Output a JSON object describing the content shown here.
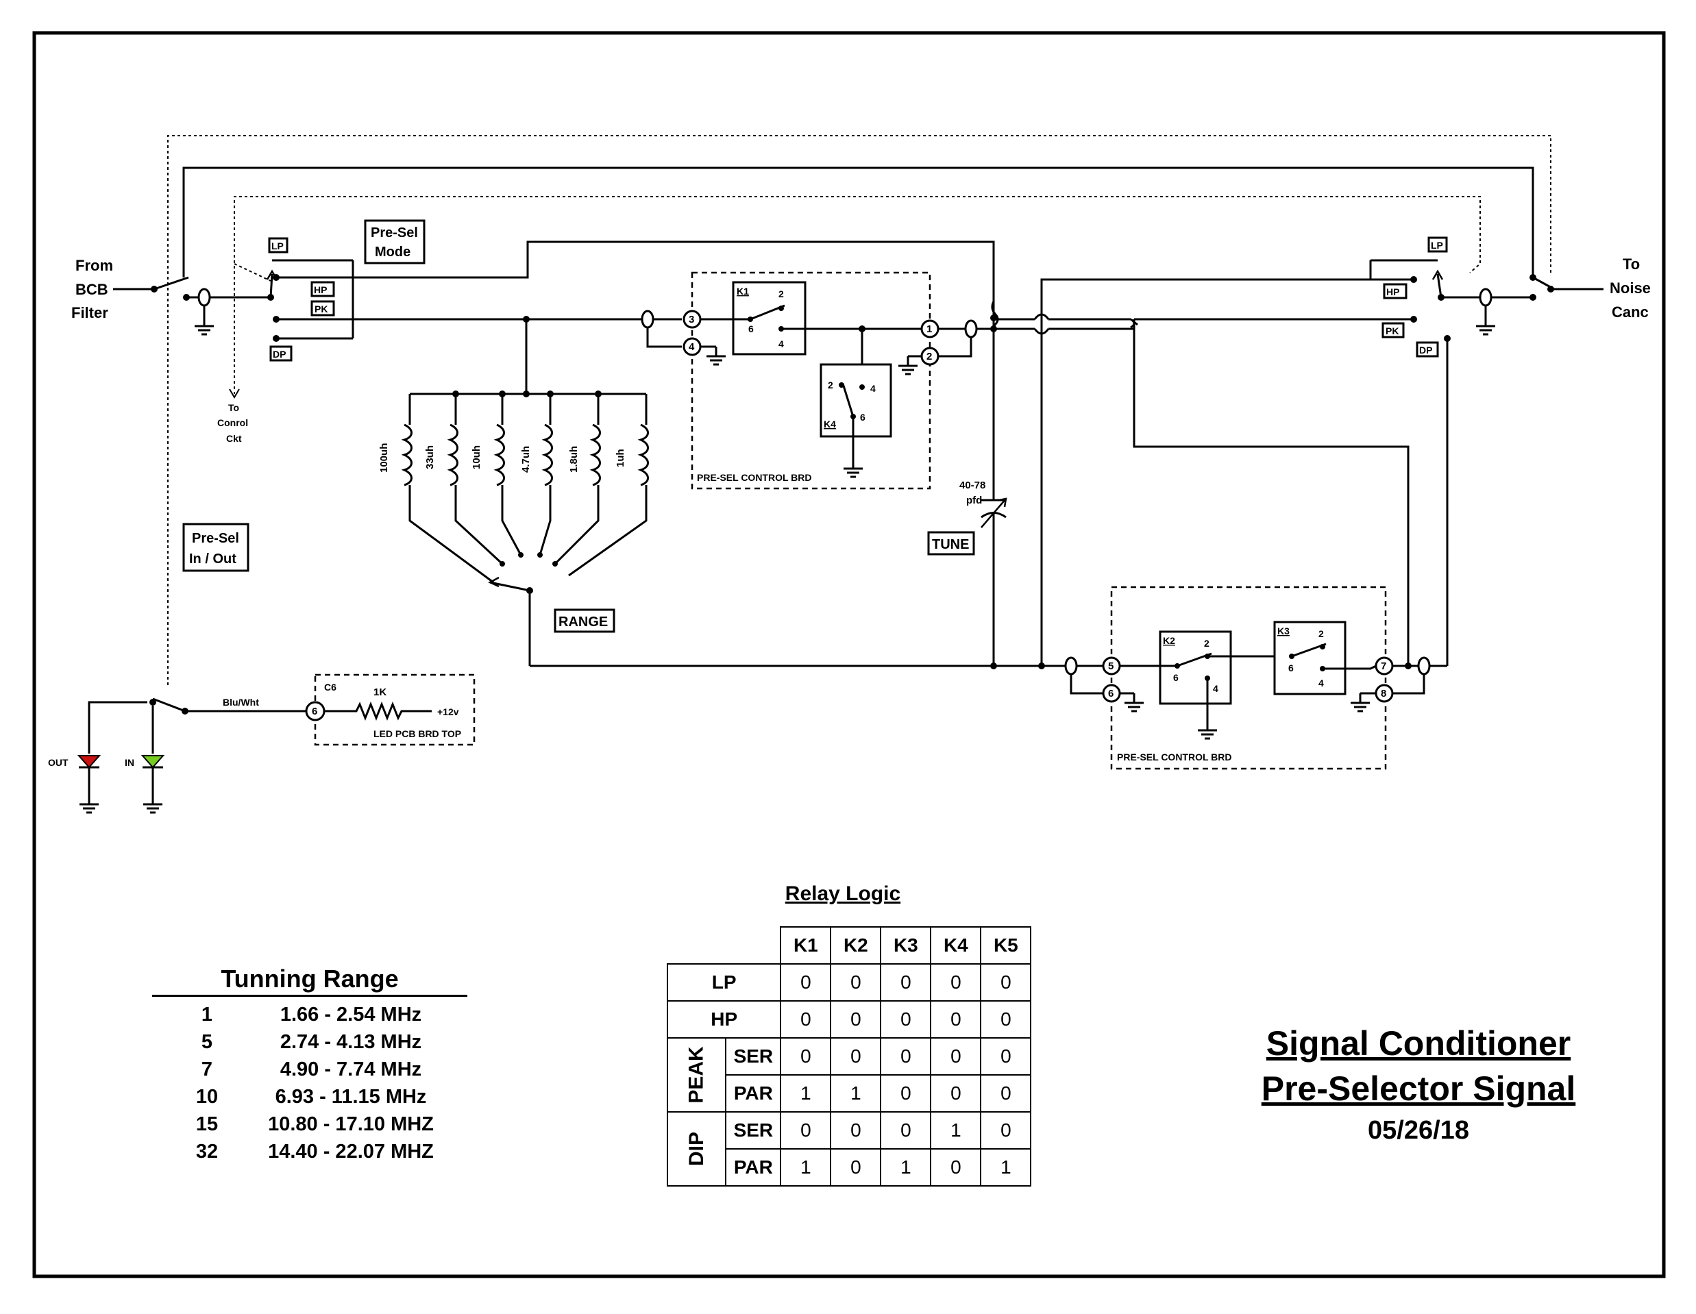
{
  "schematic": {
    "from_label": [
      "From",
      "BCB",
      "Filter"
    ],
    "to_label": [
      "To",
      "Noise",
      "Canc"
    ],
    "control_label": [
      "To",
      "Conrol",
      "Ckt"
    ],
    "mode_box": [
      "Pre-Sel",
      "Mode"
    ],
    "inout_box": [
      "Pre-Sel",
      "In / Out"
    ],
    "switch_positions": {
      "lp": "LP",
      "hp": "HP",
      "pk": "PK",
      "dp": "DP"
    },
    "inductors": [
      "100uh",
      "33uh",
      "10uh",
      "4.7uh",
      "1.8uh",
      "1uh"
    ],
    "range_label": "RANGE",
    "tune_label": "TUNE",
    "cap_label": [
      "40-78",
      "pfd"
    ],
    "control_board_label": "PRE-SEL CONTROL BRD",
    "relays": {
      "k1": "K1",
      "k2": "K2",
      "k3": "K3",
      "k4": "K4"
    },
    "pins": {
      "p2": "2",
      "p4": "4",
      "p6": "6"
    },
    "connectors": [
      "1",
      "2",
      "3",
      "4",
      "5",
      "6",
      "7",
      "8"
    ],
    "led_board": {
      "wire": "Blu/Wht",
      "pin": "6",
      "cap": "C6",
      "resistor": "1K",
      "supply": "+12v",
      "board": "LED PCB BRD TOP"
    },
    "leds": {
      "out": "OUT",
      "in": "IN"
    },
    "colors": {
      "led_out": "#cc1111",
      "led_in": "#77cc22"
    }
  },
  "tuning_range": {
    "title": "Tunning Range",
    "rows": [
      {
        "pos": "1",
        "range": "1.66 - 2.54 MHz"
      },
      {
        "pos": "5",
        "range": "2.74 - 4.13 MHz"
      },
      {
        "pos": "7",
        "range": "4.90 - 7.74 MHz"
      },
      {
        "pos": "10",
        "range": "6.93 - 11.15 MHz"
      },
      {
        "pos": "15",
        "range": "10.80 - 17.10 MHZ"
      },
      {
        "pos": "32",
        "range": "14.40 - 22.07 MHZ"
      }
    ]
  },
  "relay_logic": {
    "title": "Relay Logic",
    "headers": [
      "K1",
      "K2",
      "K3",
      "K4",
      "K5"
    ],
    "groups": {
      "peak": "PEAK",
      "dip": "DIP"
    },
    "rows": [
      {
        "label": "LP",
        "values": [
          "0",
          "0",
          "0",
          "0",
          "0"
        ]
      },
      {
        "label": "HP",
        "values": [
          "0",
          "0",
          "0",
          "0",
          "0"
        ]
      },
      {
        "label": "SER",
        "values": [
          "0",
          "0",
          "0",
          "0",
          "0"
        ]
      },
      {
        "label": "PAR",
        "values": [
          "1",
          "1",
          "0",
          "0",
          "0"
        ]
      },
      {
        "label": "SER",
        "values": [
          "0",
          "0",
          "0",
          "1",
          "0"
        ]
      },
      {
        "label": "PAR",
        "values": [
          "1",
          "0",
          "1",
          "0",
          "1"
        ]
      }
    ]
  },
  "title_block": {
    "line1": "Signal Conditioner",
    "line2": "Pre-Selector Signal",
    "date": "05/26/18"
  }
}
